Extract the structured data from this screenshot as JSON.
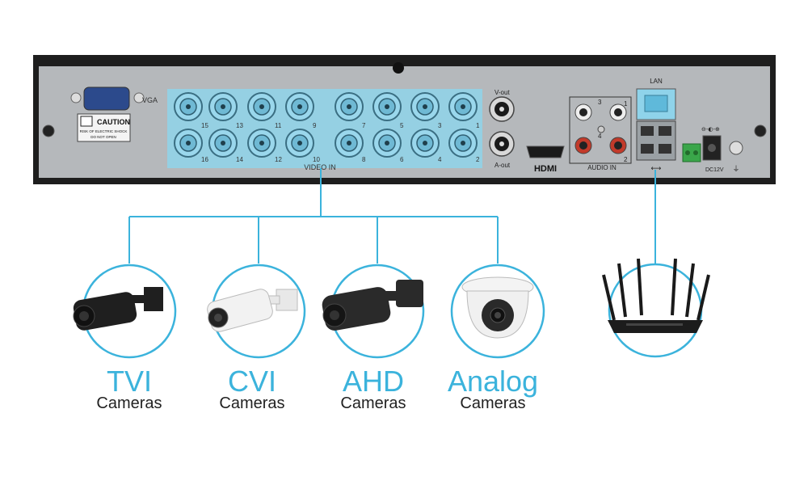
{
  "colors": {
    "accent": "#3bb3dc",
    "panel_bg": "#b5b8bb",
    "panel_frame": "#1e1e1e",
    "highlight": "#8fd3ea"
  },
  "dvr": {
    "vga_label": "VGA",
    "caution_title": "CAUTION",
    "caution_line1": "RISK OF ELECTRIC SHOCK",
    "caution_line2": "DO NOT OPEN",
    "video_in_label": "VIDEO IN",
    "bnc_top_numbers": [
      "15",
      "13",
      "11",
      "9",
      "7",
      "5",
      "3",
      "1"
    ],
    "bnc_bottom_numbers": [
      "16",
      "14",
      "12",
      "10",
      "8",
      "6",
      "4",
      "2"
    ],
    "v_out_label": "V-out",
    "a_out_label": "A-out",
    "hdmi_label": "HDMI",
    "audio_in_label": "AUDIO IN",
    "audio_numbers": [
      "3",
      "1",
      "4",
      "2"
    ],
    "lan_label": "LAN",
    "dc_label": "DC12V"
  },
  "cameras": [
    {
      "name": "TVI",
      "caption": "Cameras",
      "icon": "bullet-camera-black-icon"
    },
    {
      "name": "CVI",
      "caption": "Cameras",
      "icon": "bullet-camera-white-icon"
    },
    {
      "name": "AHD",
      "caption": "Cameras",
      "icon": "bullet-camera-dark-icon"
    },
    {
      "name": "Analog",
      "caption": "Cameras",
      "icon": "dome-camera-white-icon"
    }
  ],
  "router": {
    "icon": "router-icon"
  }
}
